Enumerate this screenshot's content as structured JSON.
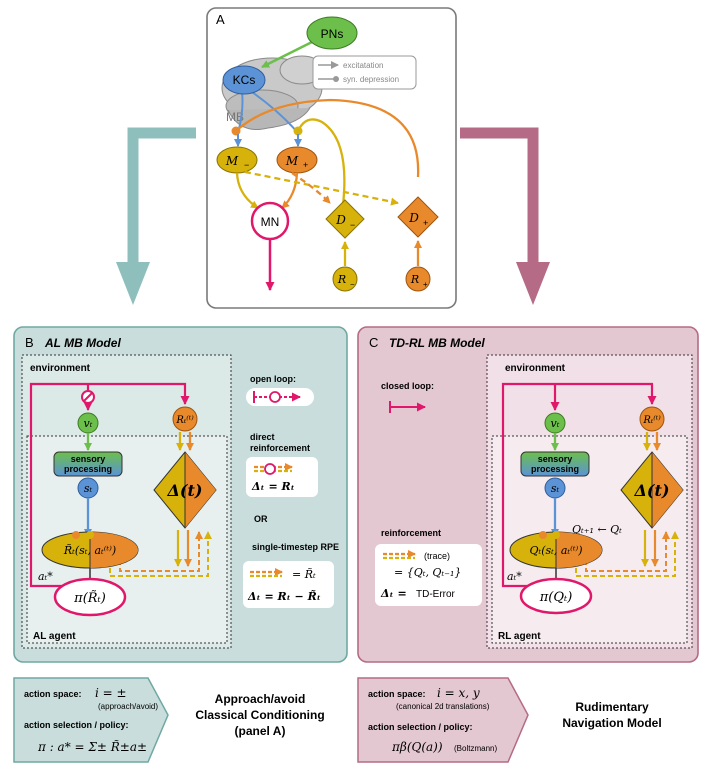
{
  "panel_a": {
    "letter": "A",
    "nodes": {
      "pns": "PNs",
      "kcs": "KCs",
      "mb": "MB",
      "m_minus_base": "M",
      "m_minus_sub": "−",
      "m_plus_base": "M",
      "m_plus_sub": "+",
      "mn": "MN",
      "d_minus_base": "D",
      "d_minus_sub": "−",
      "d_plus_base": "D",
      "d_plus_sub": "+",
      "r_minus_base": "R",
      "r_minus_sub": "−",
      "r_plus_base": "R",
      "r_plus_sub": "+"
    },
    "legend": {
      "excitation": "excitatation",
      "depression": "syn. depression"
    }
  },
  "panel_b": {
    "letter": "B",
    "title": "AL MB Model",
    "environment": "environment",
    "agent": "AL agent",
    "sensory_line1": "sensory",
    "sensory_line2": "processing",
    "v_t": "vₜ",
    "r_t": "Rₜ⁽ᵗ⁾",
    "s_t": "sₜ",
    "delta": "Δ(t)",
    "value_node": "R̃ₜ(sₜ, aₜ⁽ᵗ⁾)",
    "policy": "π(R̃ₜ)",
    "a_star": "aₜ*",
    "open_loop": "open loop:",
    "direct_line1": "direct",
    "direct_line2": "reinforcement",
    "delta_eq_direct": "Δₜ = Rₜ",
    "or": "OR",
    "single_rpe": "single-timestep RPE",
    "eq_rtilde": "= R̃ₜ",
    "delta_eq_rpe": "Δₜ = Rₜ − R̃ₜ"
  },
  "panel_c": {
    "letter": "C",
    "title": "TD-RL MB Model",
    "environment": "environment",
    "agent": "RL agent",
    "closed_loop": "closed loop:",
    "sensory_line1": "sensory",
    "sensory_line2": "processing",
    "v_t": "vₜ",
    "r_t": "Rₜ⁽ᵗ⁾",
    "s_t": "sₜ",
    "delta": "Δ(t)",
    "q_update": "Qₜ₊₁ ← Qₜ",
    "value_node": "Qₜ(sₜ, aₜ⁽ᵗ⁾)",
    "policy": "π(Qₜ)",
    "a_star": "aₜ*",
    "reinforcement": "reinforcement",
    "trace": "(trace)",
    "trace_eq": "= {Qₜ, Qₜ₋₁}",
    "delta_eq_label": "Δₜ =",
    "td_error": "TD-Error"
  },
  "bottom_b": {
    "action_space_label": "action space:",
    "action_space_eq": "i = ±",
    "action_space_note": "(approach/avoid)",
    "policy_label": "action selection / policy:",
    "policy_eq": "π : a* = Σ± R̃±a±",
    "model_line1": "Approach/avoid",
    "model_line2": "Classical Conditioning",
    "model_line3": "(panel A)"
  },
  "bottom_c": {
    "action_space_label": "action space:",
    "action_space_eq": "i = x, y",
    "action_space_note": "(canonical 2d translations)",
    "policy_label": "action selection / policy:",
    "policy_eq": "πβ(Q(a))",
    "policy_note": "(Boltzmann)",
    "model_line1": "Rudimentary",
    "model_line2": "Navigation Model"
  },
  "colors": {
    "teal_arrow": "#8fbfbd",
    "mauve_arrow": "#b56b86",
    "panel_b_bg": "#c9dedc",
    "panel_c_bg": "#e3c7d1",
    "green": "#6cbf4b",
    "blue": "#5b93d6",
    "yellow": "#d6b20b",
    "orange": "#e8892b",
    "magenta": "#e0176a"
  }
}
